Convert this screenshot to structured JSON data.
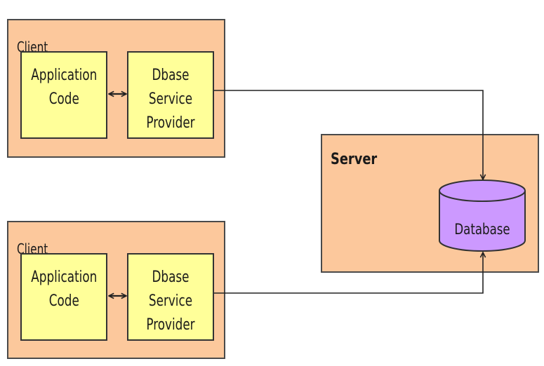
{
  "clients": [
    {
      "label": "Client",
      "app_box": "Application\nCode",
      "provider_box": "Dbase Service\nProvider"
    },
    {
      "label": "Client",
      "app_box": "Application\nCode",
      "provider_box": "Dbase Service\nProvider"
    }
  ],
  "server": {
    "label": "Server",
    "database_label": "Database"
  },
  "colors": {
    "group_fill": "#fcc89c",
    "box_fill": "#ffff99",
    "database_fill": "#cc99ff",
    "line": "#222222"
  }
}
